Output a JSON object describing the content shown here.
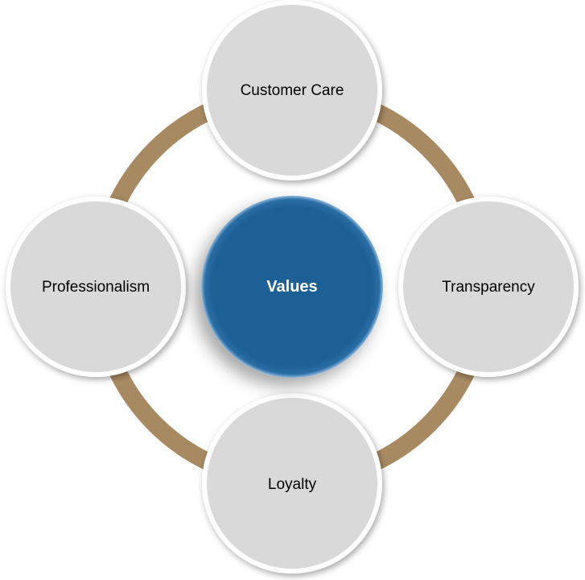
{
  "center": {
    "label": "Values",
    "color": "#1F6096"
  },
  "nodes": [
    {
      "label": "Customer Care"
    },
    {
      "label": "Transparency"
    },
    {
      "label": "Loyalty"
    },
    {
      "label": "Professionalism"
    }
  ],
  "colors": {
    "ring": "#A88A62",
    "node_fill": "#D9D9D9",
    "node_border": "#FFFFFF",
    "text": "#000000"
  }
}
